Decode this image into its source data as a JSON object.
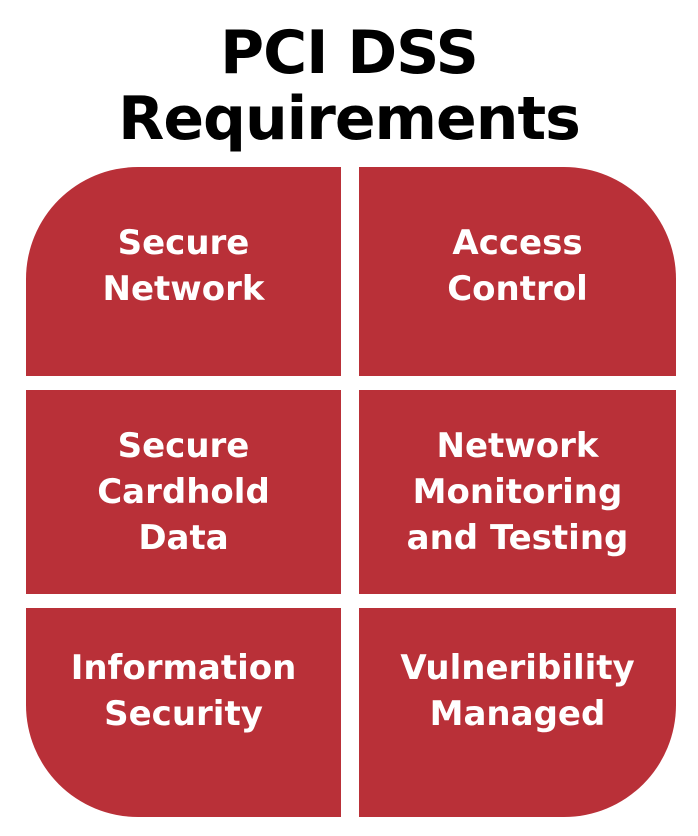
{
  "title": {
    "line1": "PCI DSS",
    "line2": "Requirements"
  },
  "cells": [
    {
      "label": "Secure\nNetwork"
    },
    {
      "label": "Access\nControl"
    },
    {
      "label": "Secure\nCardhold\nData"
    },
    {
      "label": "Network\nMonitoring\nand Testing"
    },
    {
      "label": "Information\nSecurity"
    },
    {
      "label": "Vulneribility\nManaged"
    }
  ],
  "colors": {
    "tile": "#b93038",
    "text": "#ffffff",
    "title": "#000000"
  }
}
